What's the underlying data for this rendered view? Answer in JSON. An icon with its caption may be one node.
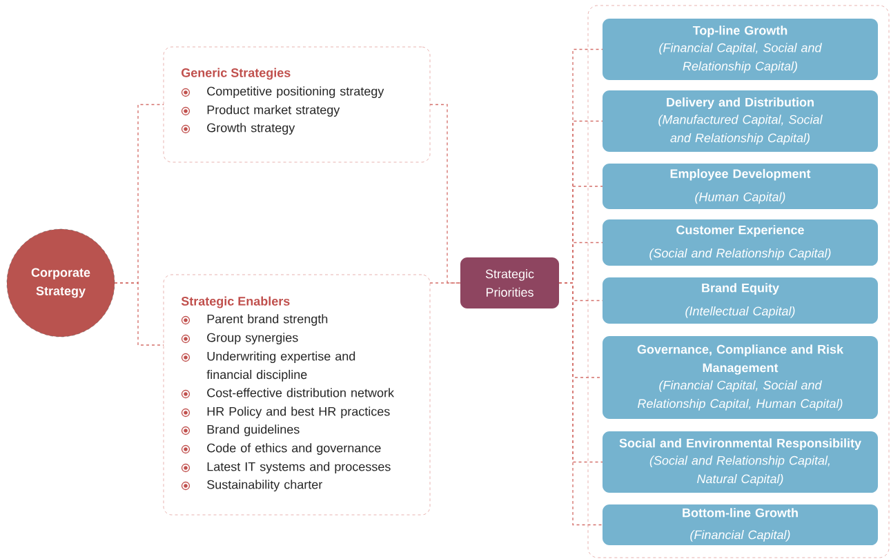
{
  "diagram": {
    "nodes": [
      {
        "text": [
          "Corporate Strategy"
        ]
      },
      {
        "text": [
          "Generic Strategies",
          "Competitive positioning strategy",
          "Product market strategy",
          "Growth strategy"
        ]
      },
      {
        "text": [
          "Strategic Enablers",
          "Parent brand strength",
          "Group synergies",
          "Underwriting expertise and financial discipline",
          "Cost-effective distribution network",
          "HR Policy and best HR practices",
          "Brand guidelines",
          "Code of ethics and governance",
          "Latest IT systems and processes",
          "Sustainability charter"
        ]
      },
      {
        "text": [
          "Strategic Priorities"
        ]
      },
      {
        "text": [],
        "shape": "box"
      },
      {
        "text": [
          "Top-line Growth",
          "(Financial Capital, Social and Relationship Capital)"
        ],
        "in": 4
      },
      {
        "text": [
          "Delivery and Distribution",
          "(Manufactured Capital, Social and Relationship Capital)"
        ],
        "in": 4
      },
      {
        "text": [
          "Employee Development",
          "(Human Capital)"
        ],
        "in": 4
      },
      {
        "text": [
          "Customer Experience",
          "(Social and Relationship Capital)"
        ],
        "in": 4
      },
      {
        "text": [
          "Brand Equity",
          "(Intellectual Capital)"
        ],
        "in": 4
      },
      {
        "text": [
          "Governance, Compliance and Risk Management",
          "(Financial Capital, Social and Relationship Capital, Human Capital)"
        ],
        "in": 4
      },
      {
        "text": [
          "Social and Environmental Responsibility",
          "(Social and Relationship Capital, Natural Capital)"
        ],
        "in": 4
      },
      {
        "text": [
          "Bottom-line Growth",
          "(Financial Capital)"
        ],
        "in": 4
      }
    ],
    "edges": [
      {
        "from": 0,
        "to": 1,
        "arrow": "none",
        "style": "dashed"
      },
      {
        "from": 0,
        "to": 2,
        "arrow": "none",
        "style": "dashed"
      },
      {
        "from": 1,
        "to": 3,
        "arrow": "none",
        "style": "dashed"
      },
      {
        "from": 2,
        "to": 3,
        "arrow": "none",
        "style": "dashed"
      },
      {
        "from": 3,
        "to": 5,
        "arrow": "none",
        "style": "dashed"
      },
      {
        "from": 3,
        "to": 6,
        "arrow": "none",
        "style": "dashed"
      },
      {
        "from": 3,
        "to": 7,
        "arrow": "none",
        "style": "dashed"
      },
      {
        "from": 3,
        "to": 8,
        "arrow": "none",
        "style": "dashed"
      },
      {
        "from": 3,
        "to": 9,
        "arrow": "none",
        "style": "dashed"
      },
      {
        "from": 3,
        "to": 10,
        "arrow": "none",
        "style": "dashed"
      },
      {
        "from": 3,
        "to": 11,
        "arrow": "none",
        "style": "dashed"
      },
      {
        "from": 3,
        "to": 12,
        "arrow": "none",
        "style": "dashed"
      }
    ]
  }
}
